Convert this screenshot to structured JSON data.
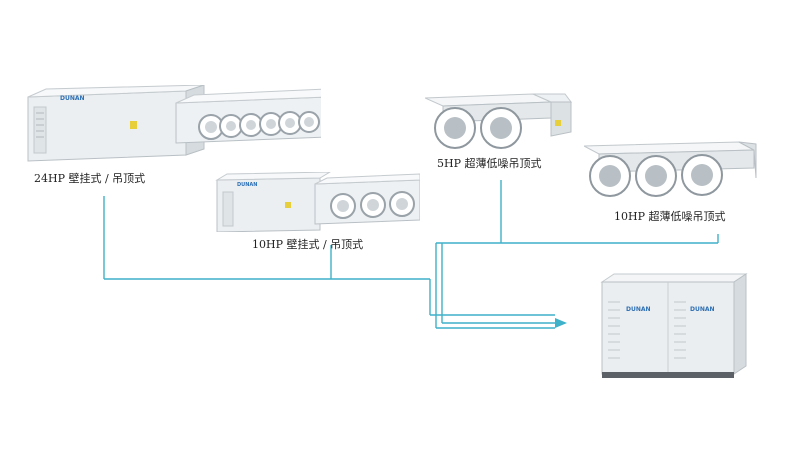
{
  "units": {
    "unit_24hp": {
      "caption": "24HP 壁挂式 / 吊顶式",
      "brand": "DUNAN"
    },
    "unit_10hp_wall": {
      "caption": "10HP 壁挂式 / 吊顶式",
      "brand": "DUNAN"
    },
    "unit_5hp_thin": {
      "caption": "5HP 超薄低噪吊顶式"
    },
    "unit_10hp_thin": {
      "caption": "10HP 超薄低噪吊顶式"
    }
  },
  "outdoor_unit": {
    "brand": "DUNAN"
  },
  "colors": {
    "line": "#3fb1c8",
    "panel": "#e8ebed",
    "text": "#222222"
  }
}
